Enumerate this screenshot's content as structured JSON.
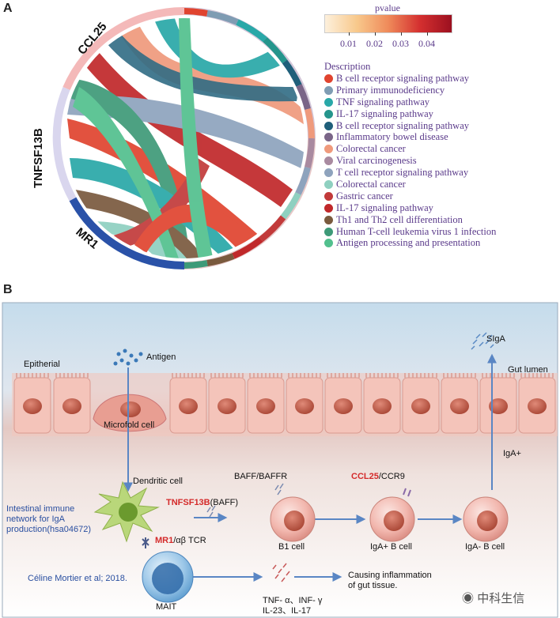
{
  "panelA": {
    "letter": "A",
    "genes": [
      "CCL25",
      "TNFSF13B",
      "MR1"
    ],
    "colorbar": {
      "title": "pvalue",
      "ticks": [
        "0.01",
        "0.02",
        "0.03",
        "0.04"
      ]
    },
    "legend": {
      "title": "Description",
      "items": [
        {
          "label": "B cell receptor signaling pathway",
          "color": "#e0442f"
        },
        {
          "label": "Primary immunodeficiency",
          "color": "#7f9cb3"
        },
        {
          "label": "TNF signaling pathway",
          "color": "#29a8a8"
        },
        {
          "label": "IL-17 signaling pathway",
          "color": "#25958c"
        },
        {
          "label": "B cell receptor signaling pathway",
          "color": "#1f5f7a"
        },
        {
          "label": "Inflammatory bowel disease",
          "color": "#7a6588"
        },
        {
          "label": "Colorectal cancer",
          "color": "#ef9a7c"
        },
        {
          "label": "Viral carcinogenesis",
          "color": "#a98aa0"
        },
        {
          "label": "T cell receptor signaling pathway",
          "color": "#8ea3bd"
        },
        {
          "label": "Colorectal cancer",
          "color": "#8fd0c0"
        },
        {
          "label": "Gastric cancer",
          "color": "#c23a3a"
        },
        {
          "label": "IL-17 signaling pathway",
          "color": "#c0282a"
        },
        {
          "label": "Th1 and Th2 cell differentiation",
          "color": "#7a5a3e"
        },
        {
          "label": "Human T-cell leukemia virus 1 infection",
          "color": "#3e9a78"
        },
        {
          "label": "Antigen processing and presentation",
          "color": "#52c08e"
        }
      ]
    }
  },
  "panelB": {
    "letter": "B",
    "labels": {
      "sIgA": "SIgA",
      "gut_lumen": "Gut lumen",
      "epitherial": "Epitherial",
      "antigen": "Antigen",
      "microfold": "Microfold cell",
      "dendritic": "Dendritic cell",
      "baff_baffr": "BAFF/BAFFR",
      "ccl25": "CCL25",
      "ccr9": "/CCR9",
      "igA_plus": "IgA+",
      "tnfsf13b": "TNFSF13B",
      "baff": "(BAFF)",
      "b1": "B1 cell",
      "igA_plus_b": "IgA+ B cell",
      "igA_minus_b": "IgA- B cell",
      "network1": "Intestinal immune",
      "network2": "network for IgA",
      "network3": "production(hsa04672)",
      "mr1": "MR1",
      "tcr": "/αβ TCR",
      "mortier": "Céline Mortier et al; 2018.",
      "mait": "MAIT",
      "cytokines1": "TNF- α、INF- γ",
      "cytokines2": "IL-23、IL-17",
      "inflammation1": "Causing inflammation",
      "inflammation2": "of gut tissue.",
      "watermark": "中科生信"
    }
  }
}
